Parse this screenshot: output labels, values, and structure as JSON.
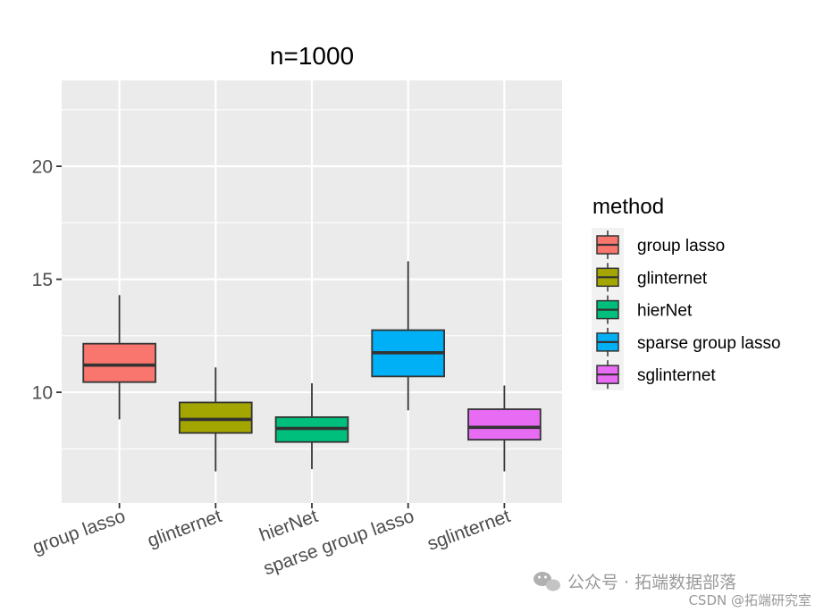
{
  "chart_data": {
    "type": "box",
    "title": "n=1000",
    "xlabel": "",
    "ylabel": "",
    "ylim": [
      5.1,
      23.8
    ],
    "yticks": [
      10,
      15,
      20
    ],
    "grid": true,
    "legend": {
      "title": "method",
      "position": "right"
    },
    "series": [
      {
        "name": "group lasso",
        "color": "#F8766D",
        "min": 8.8,
        "q1": 10.45,
        "median": 11.2,
        "q3": 12.15,
        "max": 14.3
      },
      {
        "name": "glinternet",
        "color": "#A3A500",
        "min": 6.5,
        "q1": 8.2,
        "median": 8.8,
        "q3": 9.55,
        "max": 11.1
      },
      {
        "name": "hierNet",
        "color": "#00BF7D",
        "min": 6.6,
        "q1": 7.8,
        "median": 8.4,
        "q3": 8.9,
        "max": 10.4
      },
      {
        "name": "sparse group lasso",
        "color": "#00B0F6",
        "min": 9.2,
        "q1": 10.7,
        "median": 11.75,
        "q3": 12.75,
        "max": 15.8
      },
      {
        "name": "sglinternet",
        "color": "#E76BF3",
        "min": 6.5,
        "q1": 7.9,
        "median": 8.45,
        "q3": 9.25,
        "max": 10.3
      }
    ]
  },
  "watermark": {
    "line1": "公众号 · 拓端数据部落",
    "line2": "CSDN @拓端研究室"
  }
}
